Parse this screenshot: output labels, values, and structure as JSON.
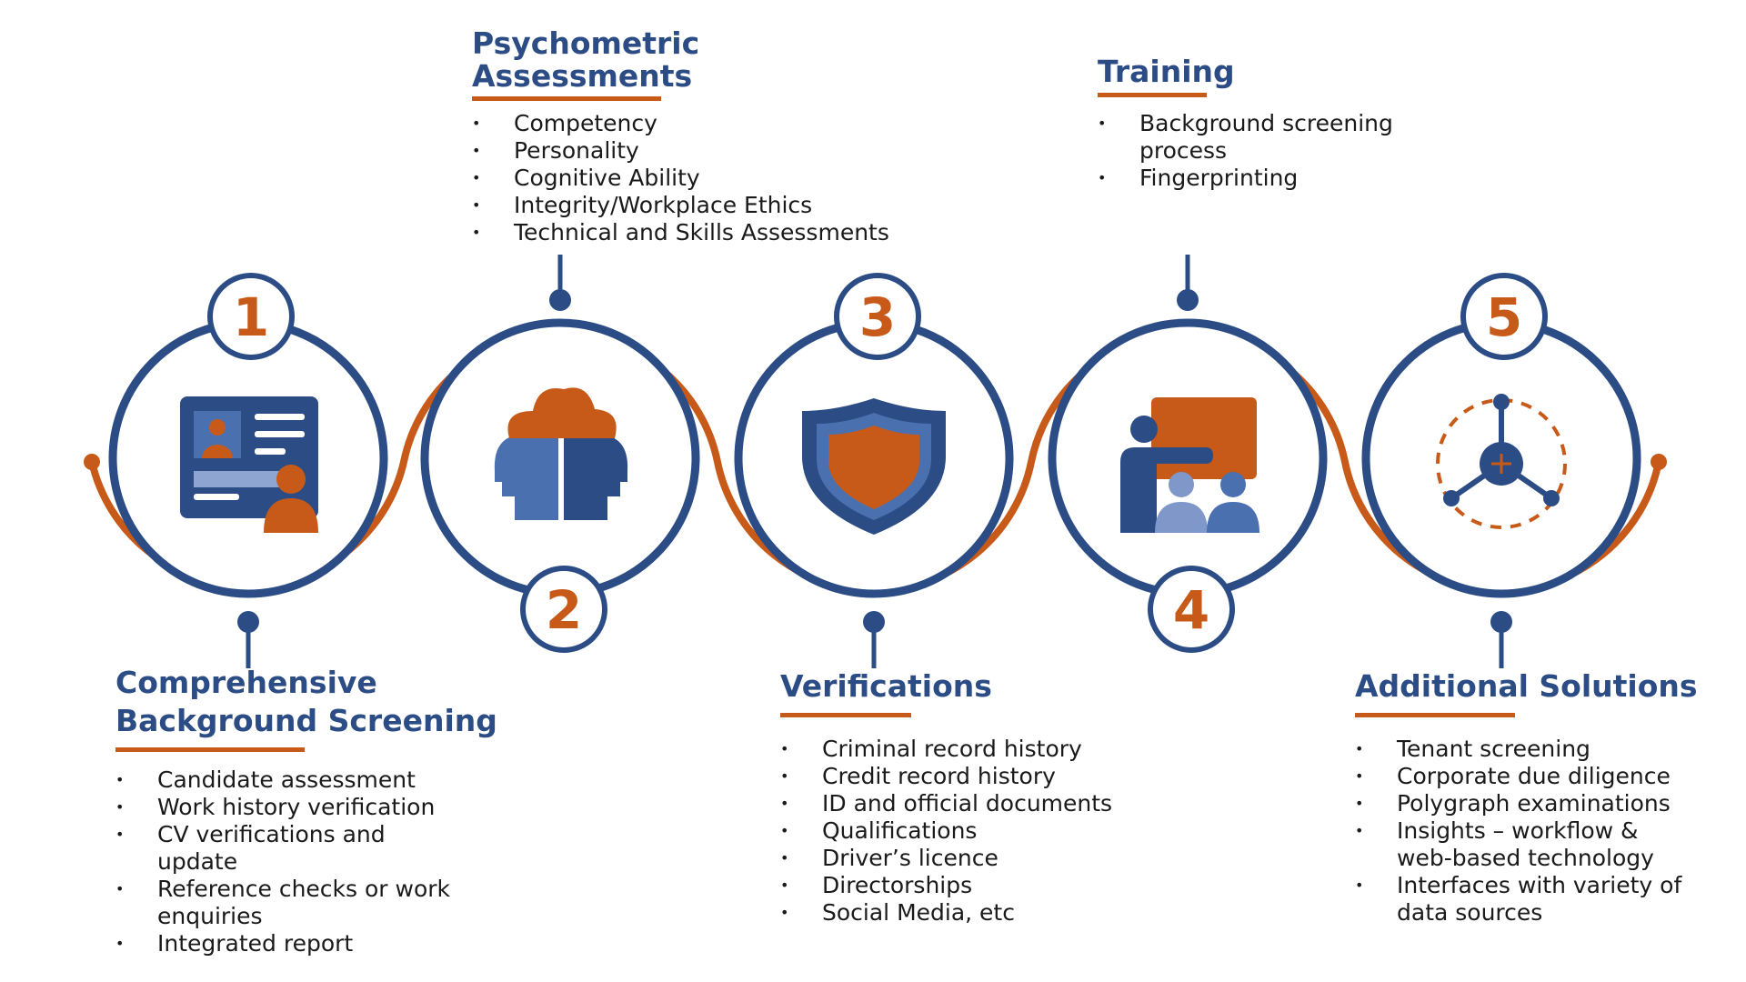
{
  "colors": {
    "navy": "#2B4C85",
    "orange": "#C85A19",
    "blue": "#4A70B0",
    "light_blue": "#7F97C9"
  },
  "steps": [
    {
      "number": "1",
      "icon": "id-card-icon",
      "heading": "Comprehensive Background Screening",
      "items": [
        "Candidate assessment",
        "Work history verification",
        "CV verifications and",
        "update",
        "Reference checks or work",
        "enquiries",
        "Integrated report"
      ]
    },
    {
      "number": "2",
      "icon": "brain-head-icon",
      "heading": "Psychometric Assessments",
      "items": [
        "Competency",
        "Personality",
        "Cognitive Ability",
        "Integrity/Workplace Ethics",
        "Technical and Skills Assessments"
      ]
    },
    {
      "number": "3",
      "icon": "shield-icon",
      "heading": "Verifications",
      "items": [
        "Criminal record history",
        "Credit record history",
        "ID and official documents",
        "Qualifications",
        "Driver’s licence",
        "Directorships",
        "Social Media, etc"
      ]
    },
    {
      "number": "4",
      "icon": "training-presentation-icon",
      "heading": "Training",
      "items": [
        "Background screening",
        "process",
        "Fingerprinting"
      ]
    },
    {
      "number": "5",
      "icon": "network-node-icon",
      "heading": "Additional Solutions",
      "items": [
        "Tenant screening",
        "Corporate due diligence",
        "Polygraph examinations",
        "Insights – workflow &",
        "web-based technology",
        "Interfaces with variety of",
        "data sources"
      ]
    }
  ]
}
